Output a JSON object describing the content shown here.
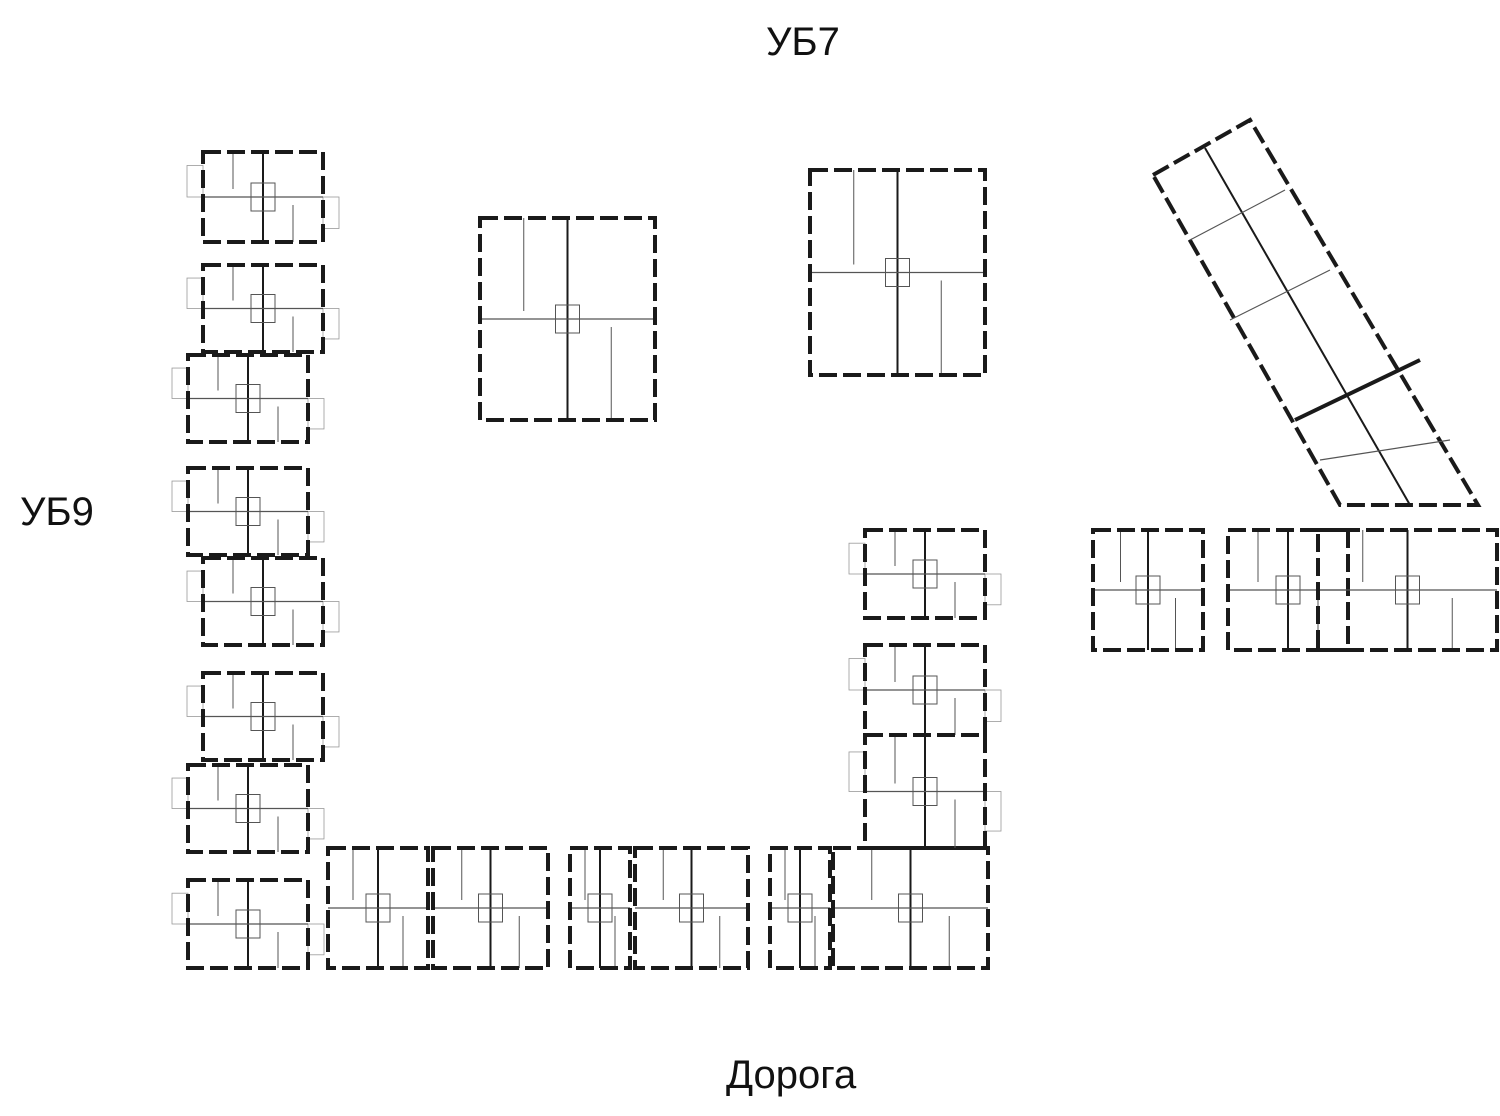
{
  "labels": {
    "north": "УБ7",
    "west": "УБ9",
    "south": "Дорога"
  },
  "colors": {
    "wall": "#1a1a1a",
    "thin_line": "#555555",
    "balcony": "#999999",
    "background": "#ffffff"
  }
}
